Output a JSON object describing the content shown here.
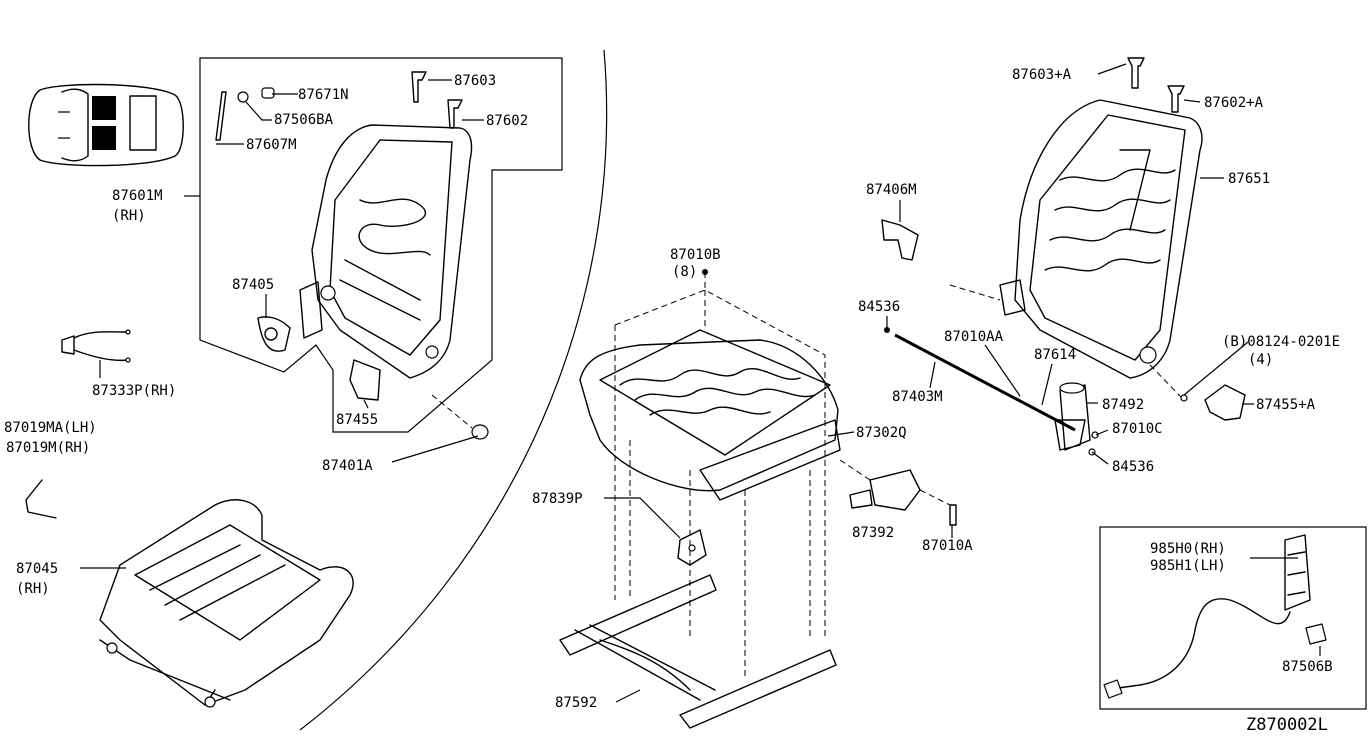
{
  "diagram_code": "Z870002L",
  "labels": {
    "l87671N": "87671N",
    "l87603": "87603",
    "l87506BA": "87506BA",
    "l87602": "87602",
    "l87607M": "87607M",
    "l87601M": "87601M",
    "l87601M_side": "(RH)",
    "l87405": "87405",
    "l87455": "87455",
    "l87401A": "87401A",
    "l87333P": "87333P(RH)",
    "l87019MA": "87019MA(LH)",
    "l87019M": "87019M(RH)",
    "l87045": "87045",
    "l87045_side": "(RH)",
    "l87010B": "87010B",
    "l87010B_qty": "(8)",
    "l87302Q": "87302Q",
    "l87839P": "87839P",
    "l87392": "87392",
    "l87010A": "87010A",
    "l87592": "87592",
    "l87406M": "87406M",
    "l84536a": "84536",
    "l87010AA": "87010AA",
    "l87403M": "87403M",
    "l87614": "87614",
    "l87492": "87492",
    "l87010C": "87010C",
    "l84536b": "84536",
    "l08124": "(B)08124-0201E",
    "l08124_qty": "(4)",
    "l87455A": "87455+A",
    "l87603A": "87603+A",
    "l87602A": "87602+A",
    "l87651": "87651",
    "l985H0": "985H0(RH)",
    "l985H1": "985H1(LH)",
    "l87506B": "87506B"
  }
}
